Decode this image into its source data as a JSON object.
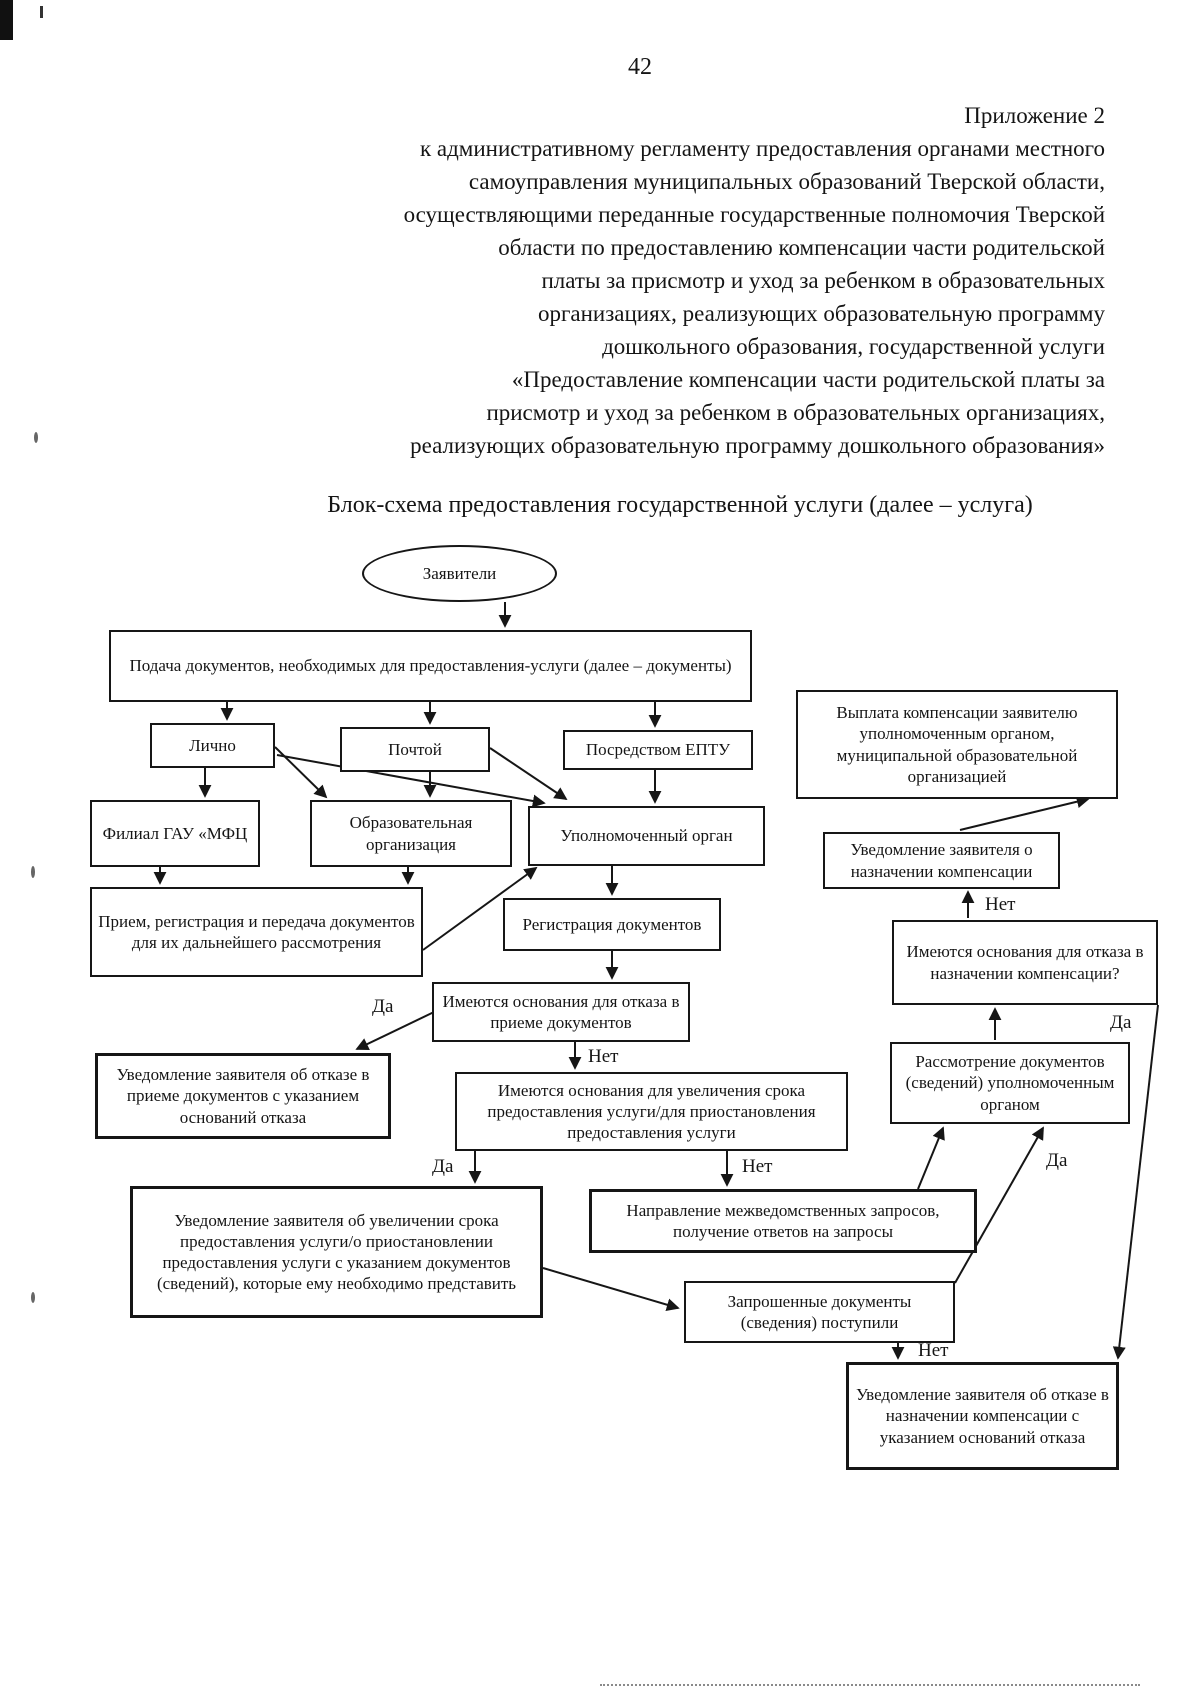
{
  "header": {
    "page_number": "42",
    "appendix_lines": [
      "Приложение 2",
      "к административному регламенту предоставления органами местного",
      "самоуправления муниципальных образований Тверской области,",
      "осуществляющими переданные государственные полномочия Тверской",
      "области по предоставлению компенсации части родительской",
      "платы за присмотр и уход за ребенком в образовательных",
      "организациях, реализующих образовательную программу",
      "дошкольного образования, государственной услуги",
      "«Предоставление компенсации части родительской платы за",
      "присмотр и уход за ребенком в образовательных организациях,",
      "реализующих образовательную программу дошкольного образования»"
    ],
    "diagram_title": "Блок-схема предоставления государственной услуги (далее – услуга)"
  },
  "flowchart": {
    "labels": {
      "yes": "Да",
      "no": "Нет"
    },
    "nodes": {
      "applicants": {
        "shape": "ellipse",
        "label": "Заявители"
      },
      "submission": {
        "label": "Подача документов, необходимых для предоставления-услуги (далее – документы)"
      },
      "in_person": {
        "label": "Лично"
      },
      "by_mail": {
        "label": "Почтой"
      },
      "via_eptu": {
        "label": "Посредством ЕПТУ"
      },
      "mfc_branch": {
        "label": "Филиал ГАУ «МФЦ"
      },
      "edu_org": {
        "label": "Образовательная организация"
      },
      "authorized_body": {
        "label": "Уполномоченный орган"
      },
      "reception": {
        "label": "Прием, регистрация и передача документов для их дальнейшего рассмотрения"
      },
      "registration": {
        "label": "Регистрация документов"
      },
      "acceptance_refusal_grounds": {
        "label": "Имеются основания для отказа в приеме документов"
      },
      "acceptance_refusal_notice": {
        "label": "Уведомление заявителя об отказе в приеме документов с указанием оснований отказа"
      },
      "extension_grounds": {
        "label": "Имеются основания для увеличения срока предоставления услуги/для приостановления предоставления услуги"
      },
      "extension_notice": {
        "label": "Уведомление заявителя об увеличении срока предоставления услуги/о приостановлении предоставления услуги с указанием документов (сведений), которые ему необходимо представить"
      },
      "interagency_requests": {
        "label": "Направление межведомственных запросов, получение ответов на запросы"
      },
      "requested_docs_received": {
        "label": "Запрошенные документы (сведения) поступили"
      },
      "award_refusal_notice": {
        "label": "Уведомление заявителя об отказе в назначении компенсации с указанием оснований отказа"
      },
      "compensation_payment": {
        "label": "Выплата компенсации заявителю уполномоченным органом, муниципальной образовательной организацией"
      },
      "award_notice": {
        "label": "Уведомление заявителя о назначении компенсации"
      },
      "award_refusal_grounds": {
        "label": "Имеются основания для отказа в назначении компенсации?"
      },
      "docs_review": {
        "label": "Рассмотрение документов (сведений) уполномоченным органом"
      }
    },
    "edges": [
      {
        "from": "applicants",
        "to": "submission"
      },
      {
        "from": "submission",
        "to": "in_person"
      },
      {
        "from": "submission",
        "to": "by_mail"
      },
      {
        "from": "submission",
        "to": "via_eptu"
      },
      {
        "from": "in_person",
        "to": "mfc_branch"
      },
      {
        "from": "in_person",
        "to": "edu_org"
      },
      {
        "from": "in_person",
        "to": "authorized_body"
      },
      {
        "from": "by_mail",
        "to": "edu_org"
      },
      {
        "from": "by_mail",
        "to": "authorized_body"
      },
      {
        "from": "via_eptu",
        "to": "authorized_body"
      },
      {
        "from": "mfc_branch",
        "to": "reception"
      },
      {
        "from": "edu_org",
        "to": "reception"
      },
      {
        "from": "reception",
        "to": "authorized_body"
      },
      {
        "from": "authorized_body",
        "to": "registration"
      },
      {
        "from": "registration",
        "to": "acceptance_refusal_grounds"
      },
      {
        "from": "acceptance_refusal_grounds",
        "to": "acceptance_refusal_notice",
        "label": "Да"
      },
      {
        "from": "acceptance_refusal_grounds",
        "to": "extension_grounds",
        "label": "Нет"
      },
      {
        "from": "extension_grounds",
        "to": "extension_notice",
        "label": "Да"
      },
      {
        "from": "extension_grounds",
        "to": "interagency_requests",
        "label": "Нет"
      },
      {
        "from": "extension_notice",
        "to": "requested_docs_received"
      },
      {
        "from": "interagency_requests",
        "to": "docs_review"
      },
      {
        "from": "requested_docs_received",
        "to": "docs_review",
        "label": "Да"
      },
      {
        "from": "requested_docs_received",
        "to": "award_refusal_notice",
        "label": "Нет"
      },
      {
        "from": "docs_review",
        "to": "award_refusal_grounds"
      },
      {
        "from": "award_refusal_grounds",
        "to": "award_notice",
        "label": "Нет"
      },
      {
        "from": "award_refusal_grounds",
        "to": "award_refusal_notice",
        "label": "Да"
      },
      {
        "from": "award_notice",
        "to": "compensation_payment"
      }
    ]
  }
}
